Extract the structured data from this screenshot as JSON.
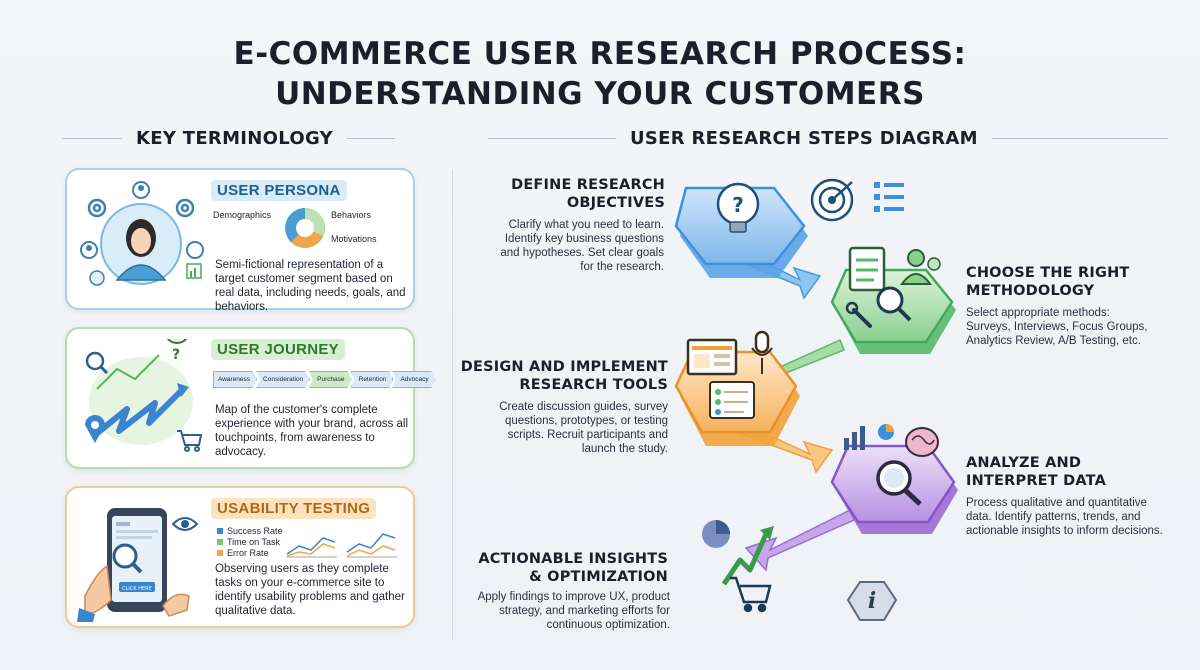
{
  "title": {
    "line1": "E-COMMERCE USER RESEARCH PROCESS:",
    "line2": "UNDERSTANDING YOUR CUSTOMERS"
  },
  "sections": {
    "terminology": "KEY TERMINOLOGY",
    "diagram": "USER RESEARCH STEPS DIAGRAM"
  },
  "terms": {
    "persona": {
      "title": "USER PERSONA",
      "labels": [
        "Demographics",
        "Behaviors",
        "Motivations"
      ],
      "description": "Semi-fictional representation of a target customer segment based on real data, including needs, goals, and behaviors."
    },
    "journey": {
      "title": "USER JOURNEY",
      "stages": [
        "Awareness",
        "Consideration",
        "Purchase",
        "Retention",
        "Advocacy"
      ],
      "description": "Map of the customer's complete experience with your brand, across all touchpoints, from awareness to advocacy."
    },
    "usability": {
      "title": "USABILITY TESTING",
      "metrics": [
        "Success Rate",
        "Time on Task",
        "Error Rate"
      ],
      "phone_button": "CLICK HERE",
      "description": "Observing users as they complete tasks on your e-commerce site to identify usability problems and gather qualitative data."
    }
  },
  "steps": [
    {
      "title": [
        "DEFINE RESEARCH",
        "OBJECTIVES"
      ],
      "description": "Clarify what you need to learn. Identify key business questions and hypotheses. Set clear goals for the research.",
      "color": "#3d8fe0"
    },
    {
      "title": [
        "CHOOSE THE RIGHT",
        "METHODOLOGY"
      ],
      "description": "Select appropriate methods: Surveys, Interviews, Focus Groups, Analytics Review, A/B Testing, etc.",
      "color": "#55b96a"
    },
    {
      "title": [
        "DESIGN AND IMPLEMENT",
        "RESEARCH TOOLS"
      ],
      "description": "Create discussion guides, survey questions, prototypes, or testing scripts. Recruit participants and launch the study.",
      "color": "#f2a13a"
    },
    {
      "title": [
        "ANALYZE AND",
        "INTERPRET DATA"
      ],
      "description": "Process qualitative and quantitative data. Identify patterns, trends, and actionable insights to inform decisions.",
      "color": "#9b6ad6"
    },
    {
      "title": [
        "ACTIONABLE INSIGHTS",
        "& OPTIMIZATION"
      ],
      "description": "Apply findings to improve UX, product strategy, and marketing efforts for continuous optimization.",
      "color": "#2e6fb8"
    }
  ],
  "icons": [
    "question-bulb-icon",
    "target-icon",
    "checklist-icon",
    "people-icon",
    "magnifier-icon",
    "wrench-icon",
    "laptop-icon",
    "microphone-icon",
    "clipboard-icon",
    "bar-chart-icon",
    "pie-chart-icon",
    "brain-icon",
    "growth-arrow-icon",
    "shopping-cart-icon",
    "info-icon",
    "eye-icon",
    "phone-icon",
    "avatar-icon",
    "gear-icon"
  ]
}
